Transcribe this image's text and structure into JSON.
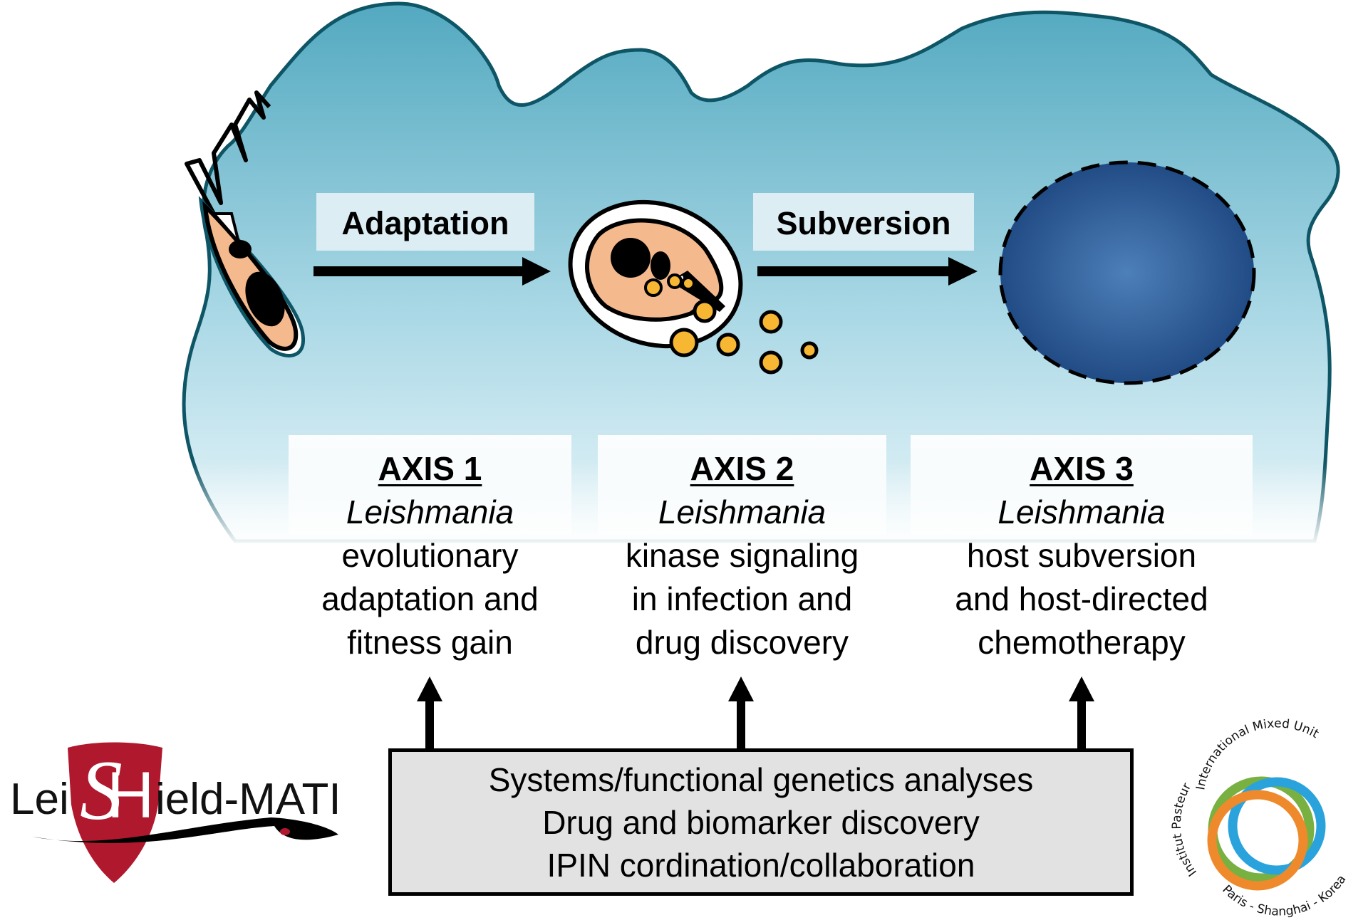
{
  "diagram": {
    "colors": {
      "cell_fill_top": "#56aec4",
      "cell_fill_bottom": "#d8eef4",
      "cell_outline": "#0e5566",
      "parasite_body": "#f4b98d",
      "vesicle": "#f7b733",
      "nucleus_center": "#4a7ab5",
      "nucleus_edge": "#1f4a82",
      "label_box": "#dcedf3",
      "bottom_box": "#e2e2e2",
      "logo_red": "#b0182e",
      "logo_green": "#78b042",
      "logo_orange": "#ef8a2c",
      "logo_blue": "#2aa3dc"
    },
    "stages": [
      {
        "id": "promastigote",
        "name": "Promastigote (flagellated parasite)"
      },
      {
        "id": "amastigote",
        "name": "Amastigote in parasitophorous vacuole"
      },
      {
        "id": "host-nucleus",
        "name": "Host cell nucleus"
      }
    ],
    "arrows": [
      {
        "from": "promastigote",
        "to": "amastigote",
        "label": "Adaptation"
      },
      {
        "from": "amastigote",
        "to": "host-nucleus",
        "label": "Subversion"
      }
    ],
    "axes": [
      {
        "title": "AXIS 1",
        "organism": "Leishmania",
        "lines": [
          "evolutionary",
          "adaptation and",
          "fitness gain"
        ]
      },
      {
        "title": "AXIS 2",
        "organism": "Leishmania",
        "lines": [
          "kinase signaling",
          "in infection and",
          "drug discovery"
        ]
      },
      {
        "title": "AXIS 3",
        "organism": "Leishmania",
        "lines": [
          "host subversion",
          "and host-directed",
          "chemotherapy"
        ]
      }
    ],
    "platform": {
      "lines": [
        "Systems/functional genetics analyses",
        "Drug and biomarker discovery",
        "IPIN cordination/collaboration"
      ],
      "supports": [
        "AXIS 1",
        "AXIS 2",
        "AXIS 3"
      ]
    },
    "logos": {
      "left": {
        "prefix": "Lei",
        "shield_letters": "SH",
        "suffix": "ield-MATI",
        "full": "LeiSHield-MATI"
      },
      "right": {
        "top_arc": "International Mixed Unit",
        "left_arc": "Institut Pasteur",
        "bottom_arc": "Paris - Shanghai - Korea"
      }
    }
  }
}
